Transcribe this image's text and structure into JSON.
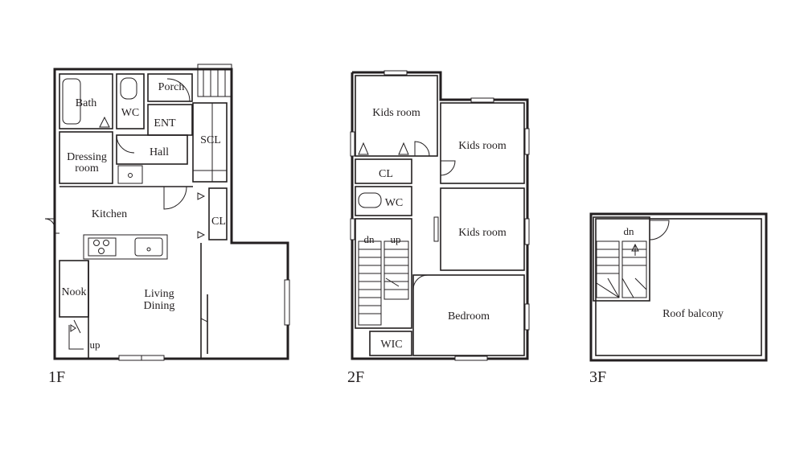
{
  "floors": [
    {
      "label": "1F",
      "rooms": {
        "bath": "Bath",
        "wc": "WC",
        "porch": "Porch",
        "ent": "ENT",
        "dressing_1": "Dressing",
        "dressing_2": "room",
        "hall": "Hall",
        "scl": "SCL",
        "kitchen": "Kitchen",
        "cl": "CL",
        "nook": "Nook",
        "living_1": "Living",
        "living_2": "Dining",
        "up": "up"
      }
    },
    {
      "label": "2F",
      "rooms": {
        "kids_1": "Kids room",
        "kids_2": "Kids room",
        "kids_3": "Kids room",
        "cl": "CL",
        "wc": "WC",
        "dn": "dn",
        "up": "up",
        "bedroom": "Bedroom",
        "wic": "WIC"
      }
    },
    {
      "label": "3F",
      "rooms": {
        "dn": "dn",
        "roof_balcony": "Roof balcony"
      }
    }
  ],
  "colors": {
    "line": "#231f20",
    "background": "#ffffff"
  }
}
